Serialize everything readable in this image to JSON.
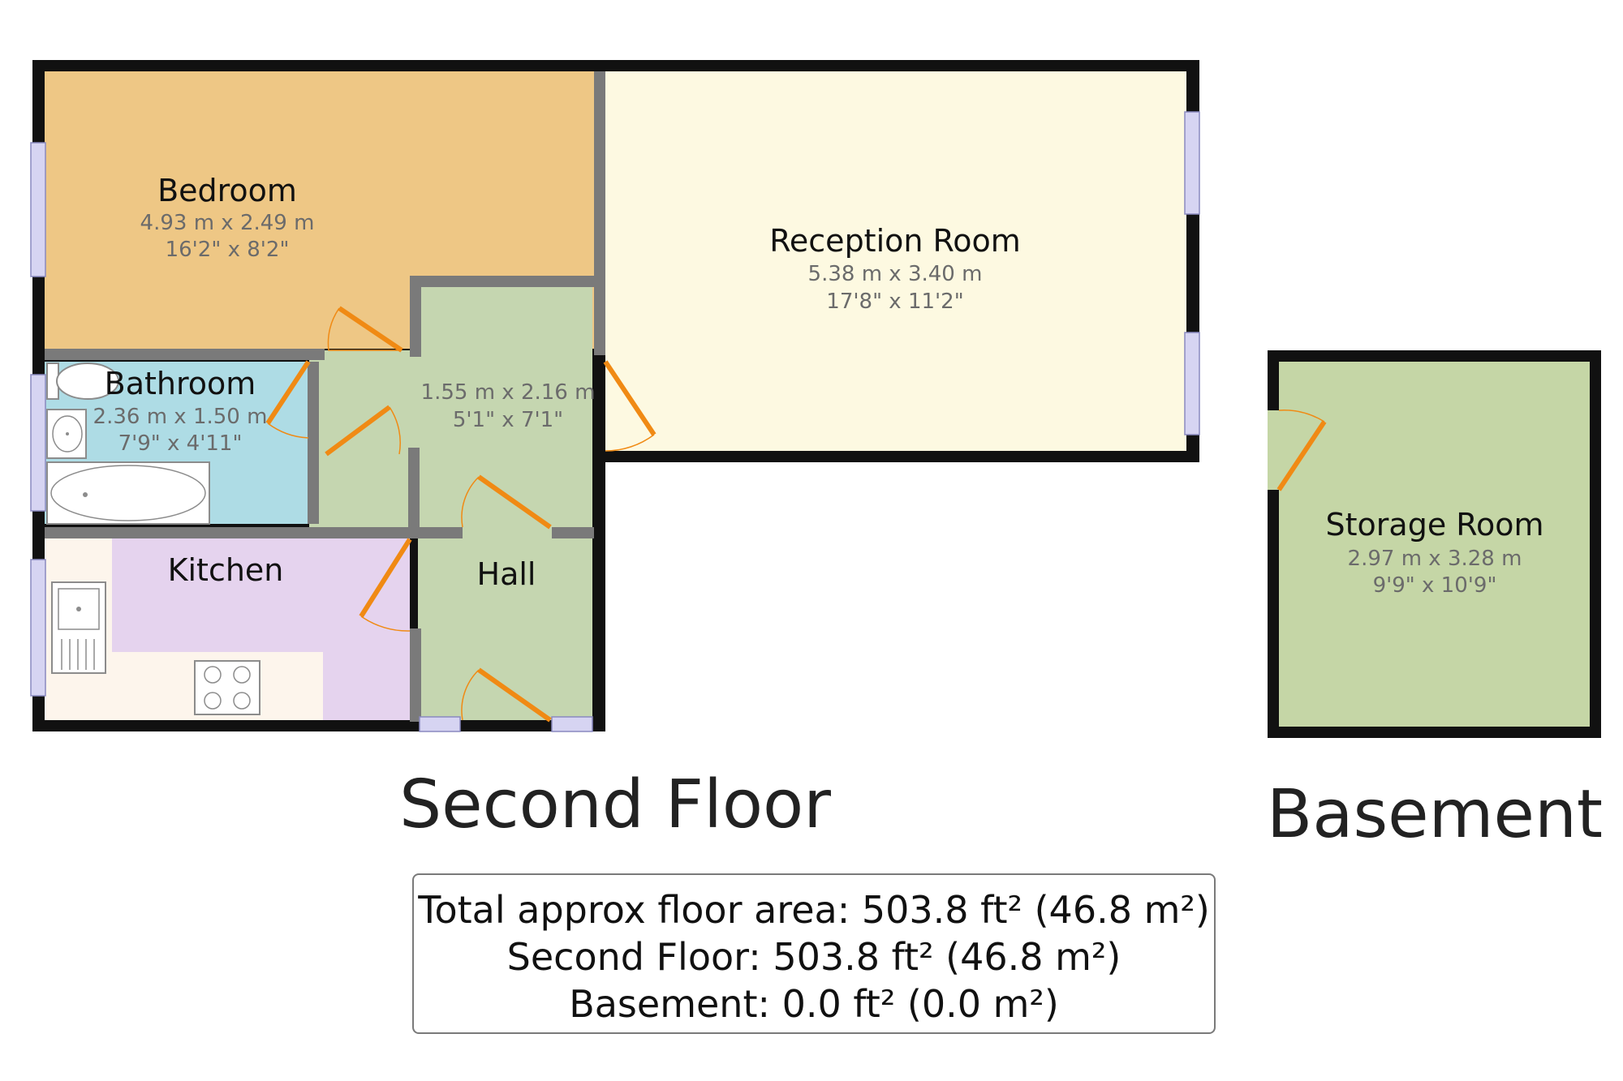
{
  "rooms": {
    "bedroom": {
      "name": "Bedroom",
      "metric": "4.93 m x 2.49 m",
      "imperial": "16'2\" x 8'2\""
    },
    "reception": {
      "name": "Reception Room",
      "metric": "5.38 m x 3.40 m",
      "imperial": "17'8\" x 11'2\""
    },
    "bathroom": {
      "name": "Bathroom",
      "metric": "2.36 m x 1.50 m",
      "imperial": "7'9\" x 4'11\""
    },
    "landing": {
      "metric": "1.55 m x 2.16 m",
      "imperial": "5'1\" x 7'1\""
    },
    "kitchen": {
      "name": "Kitchen"
    },
    "hall": {
      "name": "Hall"
    },
    "storage": {
      "name": "Storage Room",
      "metric": "2.97 m x 3.28 m",
      "imperial": "9'9\" x 10'9\""
    }
  },
  "floors": {
    "second": "Second Floor",
    "basement": "Basement"
  },
  "area": {
    "total": "Total approx floor area: 503.8 ft² (46.8 m²)",
    "second": "Second Floor: 503.8 ft² (46.8 m²)",
    "basement": "Basement: 0.0 ft² (0.0 m²)"
  },
  "colors": {
    "bedroom": "#eec785",
    "reception": "#fdf9e1",
    "bathroom": "#aedce5",
    "hall": "#c5d6b0",
    "kitchen": "#e5d3ee",
    "kitchen_counter": "#fdf5ec",
    "storage": "#c5d6a6",
    "door": "#f08a14",
    "window": "#d6d4f2"
  }
}
